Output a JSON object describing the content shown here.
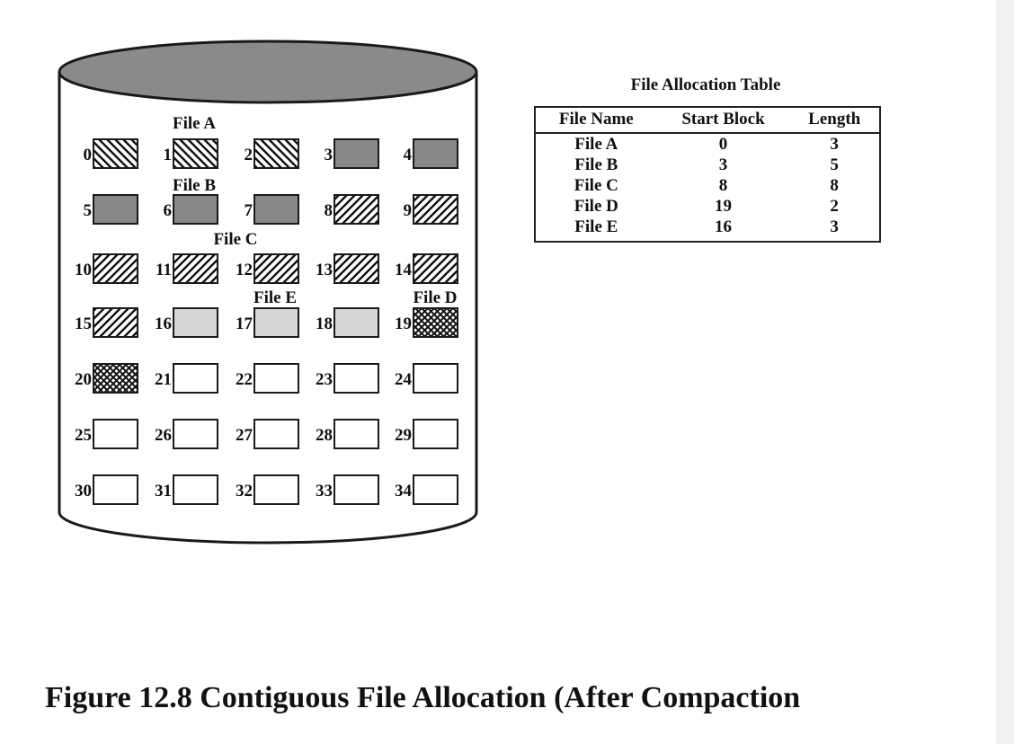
{
  "colors": {
    "disk_top": "#8a8a8a",
    "file_b_fill": "#888888",
    "file_e_fill": "#d6d6d6",
    "empty_fill": "#ffffff",
    "stroke": "#1a1a1a"
  },
  "blocks": [
    {
      "num": "0",
      "pattern": "backslash"
    },
    {
      "num": "1",
      "pattern": "backslash"
    },
    {
      "num": "2",
      "pattern": "backslash"
    },
    {
      "num": "3",
      "pattern": "dark"
    },
    {
      "num": "4",
      "pattern": "dark"
    },
    {
      "num": "5",
      "pattern": "dark"
    },
    {
      "num": "6",
      "pattern": "dark"
    },
    {
      "num": "7",
      "pattern": "dark"
    },
    {
      "num": "8",
      "pattern": "slash"
    },
    {
      "num": "9",
      "pattern": "slash"
    },
    {
      "num": "10",
      "pattern": "slash"
    },
    {
      "num": "11",
      "pattern": "slash"
    },
    {
      "num": "12",
      "pattern": "slash"
    },
    {
      "num": "13",
      "pattern": "slash"
    },
    {
      "num": "14",
      "pattern": "slash"
    },
    {
      "num": "15",
      "pattern": "slash"
    },
    {
      "num": "16",
      "pattern": "light"
    },
    {
      "num": "17",
      "pattern": "light"
    },
    {
      "num": "18",
      "pattern": "light"
    },
    {
      "num": "19",
      "pattern": "cross"
    },
    {
      "num": "20",
      "pattern": "cross"
    },
    {
      "num": "21",
      "pattern": "empty"
    },
    {
      "num": "22",
      "pattern": "empty"
    },
    {
      "num": "23",
      "pattern": "empty"
    },
    {
      "num": "24",
      "pattern": "empty"
    },
    {
      "num": "25",
      "pattern": "empty"
    },
    {
      "num": "26",
      "pattern": "empty"
    },
    {
      "num": "27",
      "pattern": "empty"
    },
    {
      "num": "28",
      "pattern": "empty"
    },
    {
      "num": "29",
      "pattern": "empty"
    },
    {
      "num": "30",
      "pattern": "empty"
    },
    {
      "num": "31",
      "pattern": "empty"
    },
    {
      "num": "32",
      "pattern": "empty"
    },
    {
      "num": "33",
      "pattern": "empty"
    },
    {
      "num": "34",
      "pattern": "empty"
    }
  ],
  "file_labels": {
    "a": "File A",
    "b": "File B",
    "c": "File C",
    "e": "File E",
    "d": "File D"
  },
  "fat": {
    "title": "File Allocation Table",
    "headers": {
      "name": "File Name",
      "start": "Start Block",
      "length": "Length"
    },
    "rows": [
      {
        "name": "File A",
        "start": "0",
        "length": "3"
      },
      {
        "name": "File B",
        "start": "3",
        "length": "5"
      },
      {
        "name": "File C",
        "start": "8",
        "length": "8"
      },
      {
        "name": "File D",
        "start": "19",
        "length": "2"
      },
      {
        "name": "File E",
        "start": "16",
        "length": "3"
      }
    ]
  },
  "caption": "Figure 12.8   Contiguous File Allocation (After Compaction"
}
